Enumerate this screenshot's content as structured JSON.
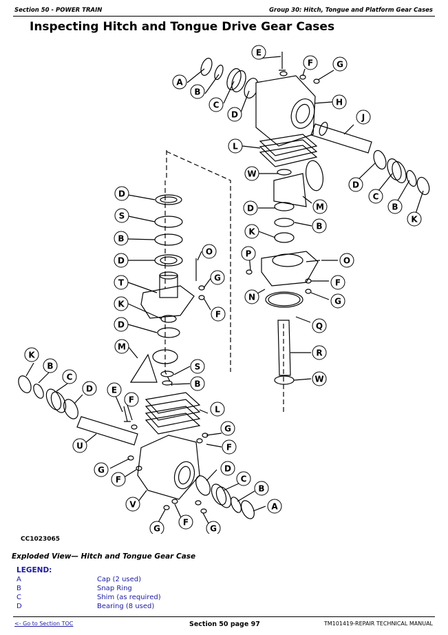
{
  "header": {
    "left": "Section 50 - POWER TRAIN",
    "right": "Group 30: Hitch, Tongue and Platform Gear Cases"
  },
  "page_title": "Inspecting Hitch and Tongue Drive Gear Cases",
  "figure": {
    "id": "CC1023065",
    "caption": "Exploded View— Hitch and Tongue Gear Case",
    "callouts": [
      "A",
      "B",
      "C",
      "D",
      "E",
      "F",
      "G",
      "H",
      "J",
      "L",
      "W",
      "M",
      "D",
      "B",
      "K",
      "D",
      "C",
      "B",
      "K",
      "D",
      "S",
      "B",
      "D",
      "T",
      "K",
      "D",
      "M",
      "O",
      "G",
      "F",
      "P",
      "O",
      "N",
      "F",
      "G",
      "Q",
      "R",
      "W",
      "S",
      "B",
      "K",
      "B",
      "C",
      "D",
      "E",
      "F",
      "L",
      "U",
      "G",
      "F",
      "G",
      "F",
      "V",
      "D",
      "C",
      "B",
      "A",
      "G",
      "F",
      "G"
    ]
  },
  "legend": {
    "title": "LEGEND:",
    "items": [
      {
        "key": "A",
        "value": "Cap (2 used)"
      },
      {
        "key": "B",
        "value": "Snap Ring"
      },
      {
        "key": "C",
        "value": "Shim (as required)"
      },
      {
        "key": "D",
        "value": "Bearing (8 used)"
      }
    ]
  },
  "footer": {
    "left": "<- Go to Section TOC",
    "center": "Section 50 page 97",
    "right": "TM101419-REPAIR TECHNICAL MANUAL"
  }
}
